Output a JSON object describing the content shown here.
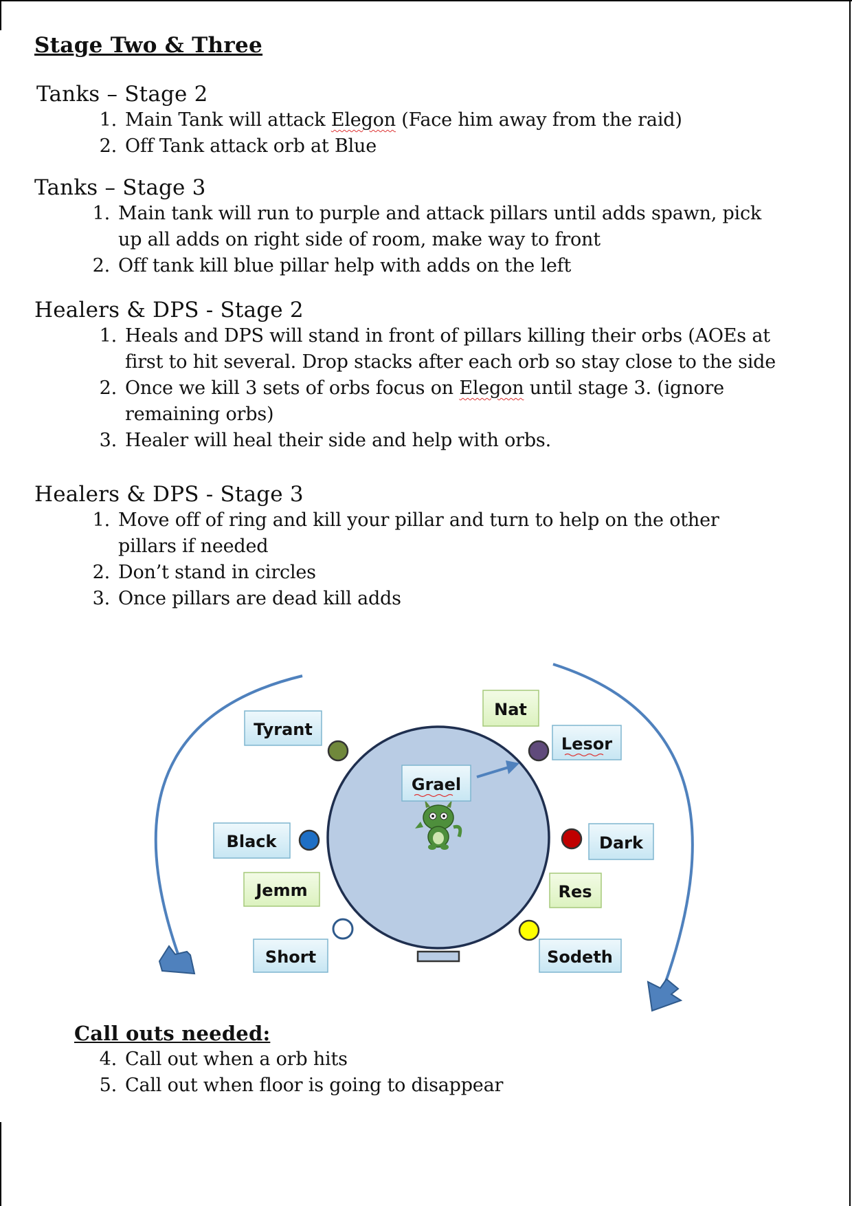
{
  "title": "Stage Two & Three",
  "sections": [
    {
      "heading": "Tanks – Stage 2",
      "items": [
        {
          "num": "1.",
          "pre": "Main Tank will attack ",
          "sp": "Elegon",
          "post": " (Face him away from the raid)"
        },
        {
          "num": "2.",
          "text": "Off Tank attack orb at Blue"
        }
      ]
    },
    {
      "heading": "Tanks – Stage 3",
      "items": [
        {
          "num": "1.",
          "line1": "Main tank will run to purple and attack pillars until adds spawn, pick",
          "line2": "up all adds on right side of room, make way to front"
        },
        {
          "num": "2.",
          "text": "Off tank kill blue pillar help with adds on the left"
        }
      ]
    },
    {
      "heading": "Healers & DPS  - Stage 2",
      "items": [
        {
          "num": "1.",
          "line1": "Heals and DPS will stand in front of pillars killing their orbs (AOEs at",
          "line2": "first to hit several. Drop stacks after each orb so stay close to the side"
        },
        {
          "num": "2.",
          "pre": "Once we kill 3 sets of orbs focus on ",
          "sp": "Elegon",
          "post": " until stage 3. (ignore",
          "line2": "remaining orbs)"
        },
        {
          "num": "3.",
          "text": "Healer will heal their side and help with orbs."
        }
      ]
    },
    {
      "heading": "Healers & DPS  - Stage 3",
      "items": [
        {
          "num": "1.",
          "line1": "Move off of ring and kill your pillar and turn to help on the other",
          "line2": "pillars if needed"
        },
        {
          "num": "2.",
          "text": "Don’t stand in circles"
        },
        {
          "num": "3.",
          "text": "Once pillars are dead kill adds"
        }
      ]
    }
  ],
  "diagram": {
    "labels": {
      "tyrant": "Tyrant",
      "nat": "Nat",
      "lesor": "Lesor",
      "grael": "Grael",
      "black": "Black",
      "dark": "Dark",
      "jemm": "Jemm",
      "res": "Res",
      "short": "Short",
      "sodeth": "Sodeth"
    },
    "colors": {
      "blue_label": "#d7eef7",
      "green_label": "#e6f6cf",
      "platform": "#b9cce4",
      "arrow": "#4f81bd",
      "orb_green": "#70883b",
      "orb_purple": "#604a7b",
      "orb_blue": "#1f6fc5",
      "orb_red": "#c00000",
      "orb_white": "#ffffff",
      "orb_yellow": "#ffff00"
    }
  },
  "callouts": {
    "heading": "Call outs needed:",
    "items": [
      {
        "num": "4.",
        "text": "Call out when a orb hits"
      },
      {
        "num": "5.",
        "text": "Call out when floor is going to disappear"
      }
    ]
  }
}
